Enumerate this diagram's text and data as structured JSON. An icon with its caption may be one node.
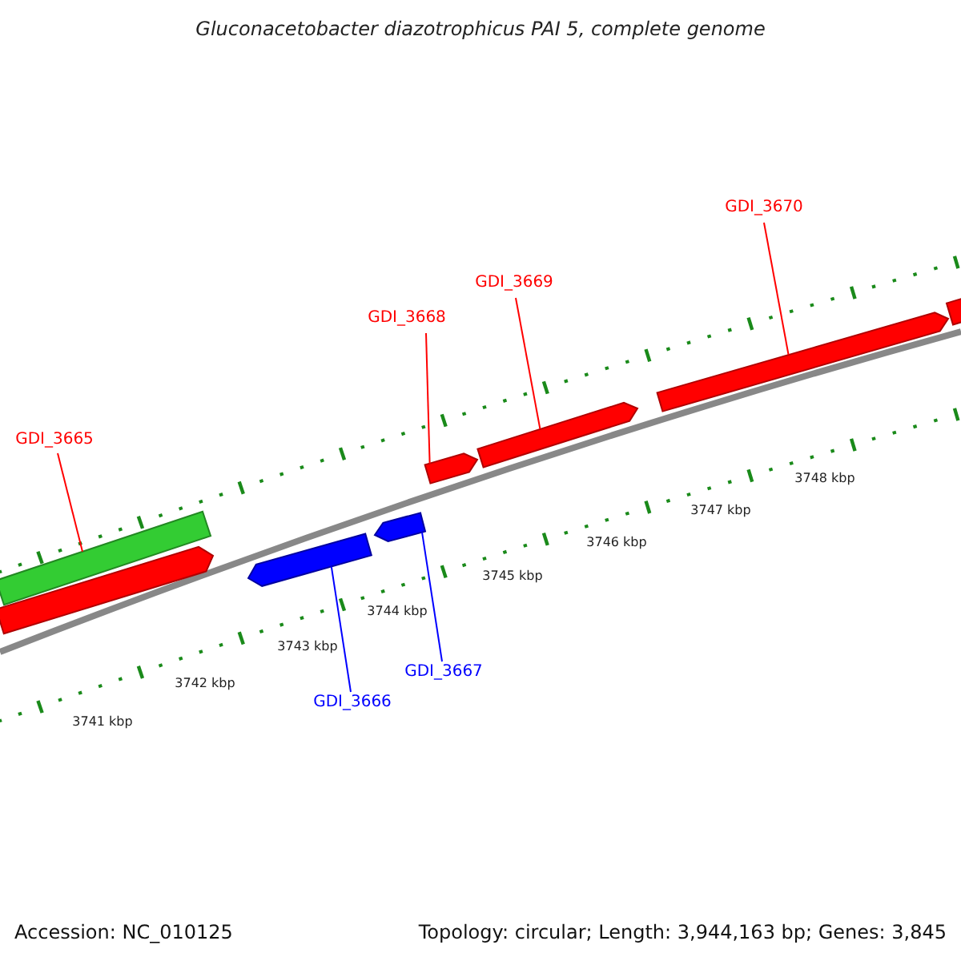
{
  "diagram": {
    "title": "Gluconacetobacter diazotrophicus PAI 5, complete genome",
    "nodes": [
      {
        "text": [
          "GDI_3665"
        ]
      },
      {
        "text": [],
        "shape": "bar"
      },
      {
        "text": [],
        "shape": "bar"
      },
      {
        "text": [
          "GDI_3668"
        ]
      },
      {
        "text": [],
        "shape": "bar"
      },
      {
        "text": [
          "GDI_3669"
        ]
      },
      {
        "text": [],
        "shape": "bar"
      },
      {
        "text": [
          "GDI_3670"
        ]
      },
      {
        "text": [],
        "shape": "bar"
      },
      {
        "text": [],
        "shape": "bar"
      },
      {
        "text": [],
        "shape": "bar"
      },
      {
        "text": [],
        "shape": "bar"
      },
      {
        "text": [
          "GDI_3666"
        ]
      },
      {
        "text": [
          "GDI_3667"
        ]
      }
    ],
    "edges": [
      {
        "from": 0,
        "to": 1,
        "arrow": "none"
      },
      {
        "from": 3,
        "to": 4,
        "arrow": "none"
      },
      {
        "from": 5,
        "to": 6,
        "arrow": "none"
      },
      {
        "from": 7,
        "to": 8,
        "arrow": "none"
      },
      {
        "from": 12,
        "to": 10,
        "arrow": "none",
        "color": "#0000ff"
      },
      {
        "from": 13,
        "to": 11,
        "arrow": "none",
        "color": "#0000ff"
      }
    ],
    "labels": [
      "3741 kbp",
      "3742 kbp",
      "3743 kbp",
      "3744 kbp",
      "3745 kbp",
      "3746 kbp",
      "3747 kbp",
      "3748 kbp",
      "Accession: NC_010125",
      "Topology: circular; Length: 3,944,163 bp; Genes: 3,845"
    ]
  }
}
